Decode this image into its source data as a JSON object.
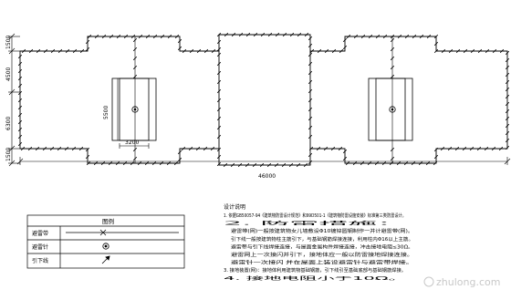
{
  "drawing": {
    "left_dimensions": [
      "1500",
      "4500",
      "6300",
      "1500"
    ],
    "overall_dimension": "46000",
    "room_left": {
      "height_label": "5500",
      "width_label": "3200"
    }
  },
  "legend": {
    "title": "图例",
    "rows": [
      {
        "name": "避雷带"
      },
      {
        "name": "避雷针"
      },
      {
        "name": "引下线"
      }
    ]
  },
  "notes": {
    "title": "设计说明",
    "lines": [
      "1. 依据GB50057-94《建筑物防雷设计规范》和99D501-1《建筑物防雷设施安装》标准第三类防雷设计。",
      "2. 防雷措施：",
      "避雷带(网)一般按建筑物女儿墙敷设Φ10镀锌圆钢制作一并计避雷带(网)。",
      "引下线一般按建筑物柱主筋引下，与基础钢筋焊接连接，利用柱内Φ16以上主筋。",
      "避雷带与引下线焊接连接，与屋面金属构件焊接连接，冲击接地电阻≤30Ω。",
      "避雷网上一次接闪并引下，接地体应一般以防雷接地焊接连接。",
      "避雷针一次接闪 并在屋面上装设避雷针与避雷带焊接。",
      "3. 接地装置(网)：接地体利用建筑物基础钢筋，引下线引至基础底部与基础钢筋焊接。",
      "4. 接地电阻小于10Ω。"
    ]
  },
  "watermark": "zhulong.com"
}
